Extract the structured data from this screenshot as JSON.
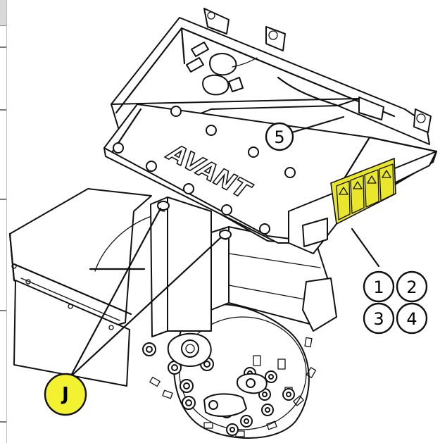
{
  "brand": {
    "logo_text": "AVANT"
  },
  "callouts": {
    "five": "5",
    "one": "1",
    "two": "2",
    "three": "3",
    "four": "4",
    "hook": "J"
  },
  "colors": {
    "hook_marker_fill": "#f2f230",
    "warning_decal_fill": "#e9e62b",
    "line": "#111111"
  }
}
